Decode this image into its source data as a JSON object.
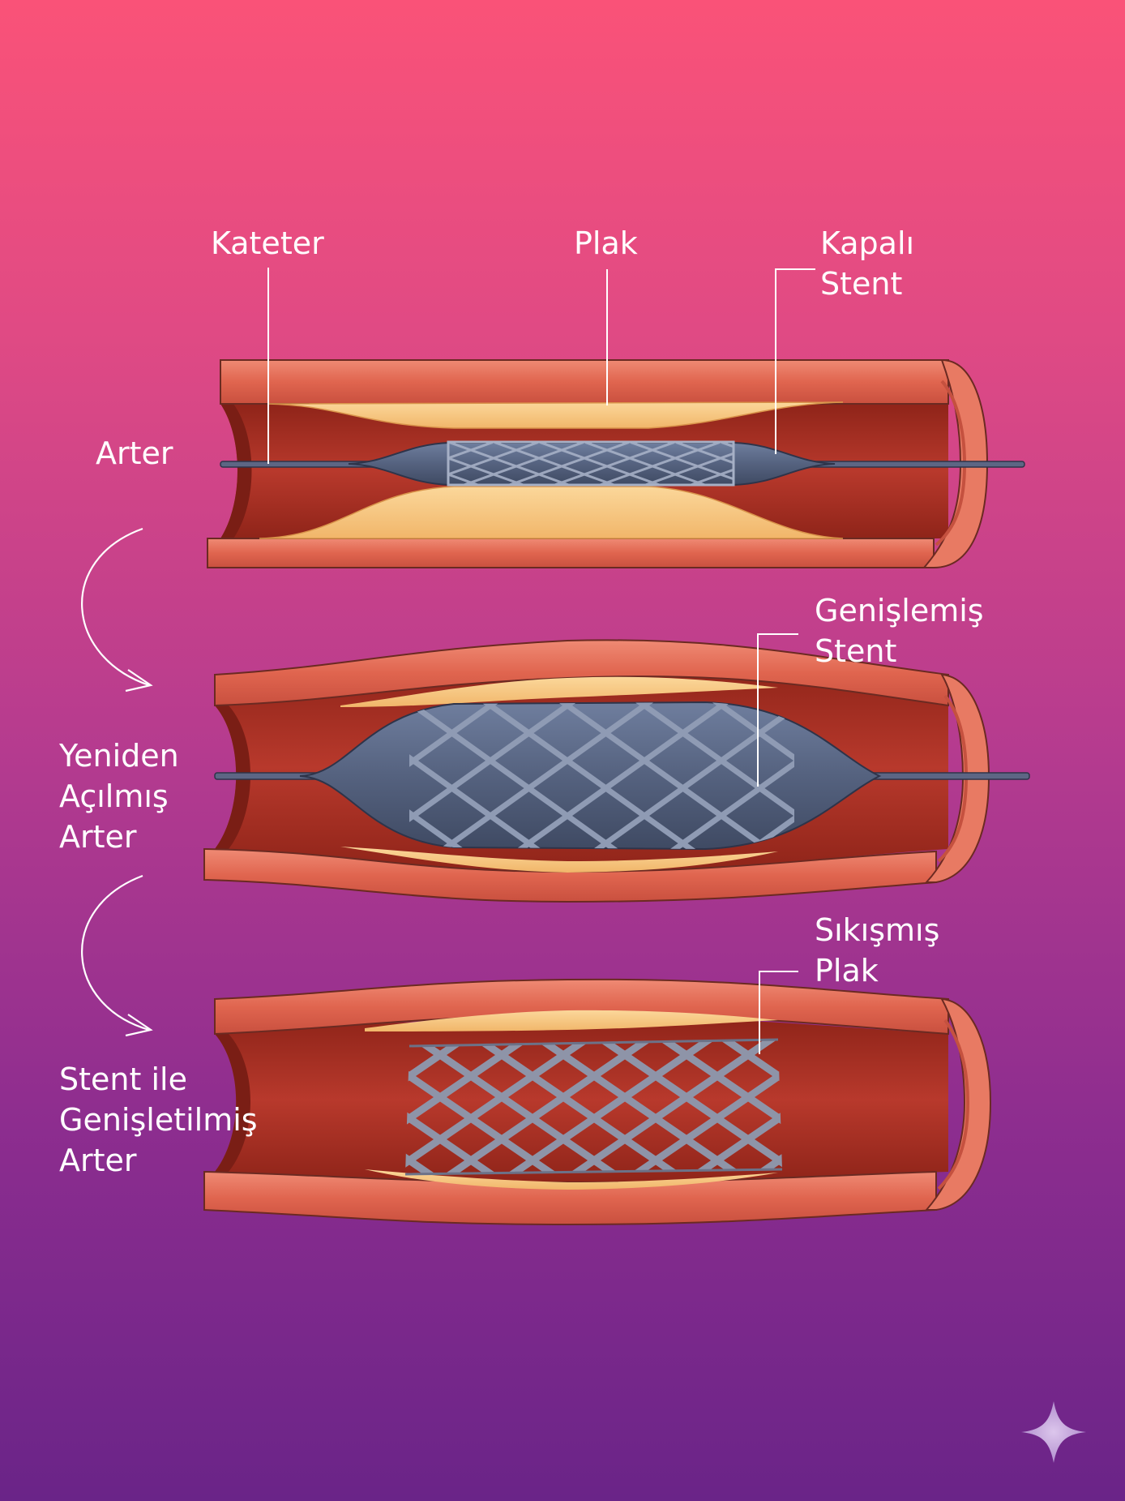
{
  "labels": {
    "kateter": "Kateter",
    "plak": "Plak",
    "kapali_stent": [
      "Kapalı",
      "Stent"
    ],
    "arter": "Arter",
    "genislemis_stent": [
      "Genişlemiş",
      "Stent"
    ],
    "yeniden_acilmis_arter": [
      "Yeniden",
      "Açılmış",
      "Arter"
    ],
    "sikismis_plak": [
      "Sıkışmış",
      "Plak"
    ],
    "stent_ile_genisletilmis_arter": [
      "Stent ile",
      "Genişletilmiş",
      "Arter"
    ]
  },
  "colors": {
    "artery_wall": "#e8735f",
    "artery_wall_dark": "#c44a3c",
    "lumen": "#b5362b",
    "plaque": "#f6c37c",
    "stent": "#5b6a8c",
    "stent_mesh": "#8f9bb4",
    "label": "#ffffff"
  },
  "icons": {
    "sparkle": "sparkle-icon",
    "flow_arrow": "curved-arrow-icon"
  }
}
